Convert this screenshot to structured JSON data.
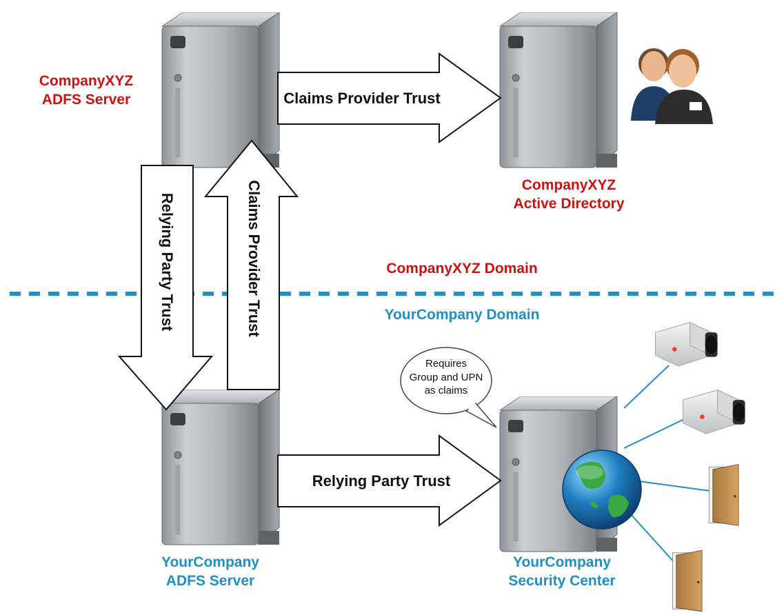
{
  "nodes": {
    "xyz_adfs": {
      "line1": "CompanyXYZ",
      "line2": "ADFS Server"
    },
    "xyz_ad": {
      "line1": "CompanyXYZ",
      "line2": "Active Directory"
    },
    "your_adfs": {
      "line1": "YourCompany",
      "line2": "ADFS Server"
    },
    "your_sc": {
      "line1": "YourCompany",
      "line2": "Security Center"
    }
  },
  "arrows": {
    "top_horizontal": "Claims Provider Trust",
    "left_down": "Relying Party Trust",
    "left_up": "Claims Provider Trust",
    "bottom_horizontal": "Relying Party Trust"
  },
  "domains": {
    "upper": "CompanyXYZ Domain",
    "lower": "YourCompany Domain"
  },
  "speech_bubble": {
    "line1": "Requires",
    "line2": "Group and UPN",
    "line3": "as claims"
  },
  "colors": {
    "companyxyz": "#cc1111",
    "yourcompany": "#1f8fc4",
    "divider": "#1f8fc4"
  },
  "icons": [
    "server-icon",
    "users-icon",
    "camera-icon",
    "door-icon",
    "globe-icon"
  ]
}
